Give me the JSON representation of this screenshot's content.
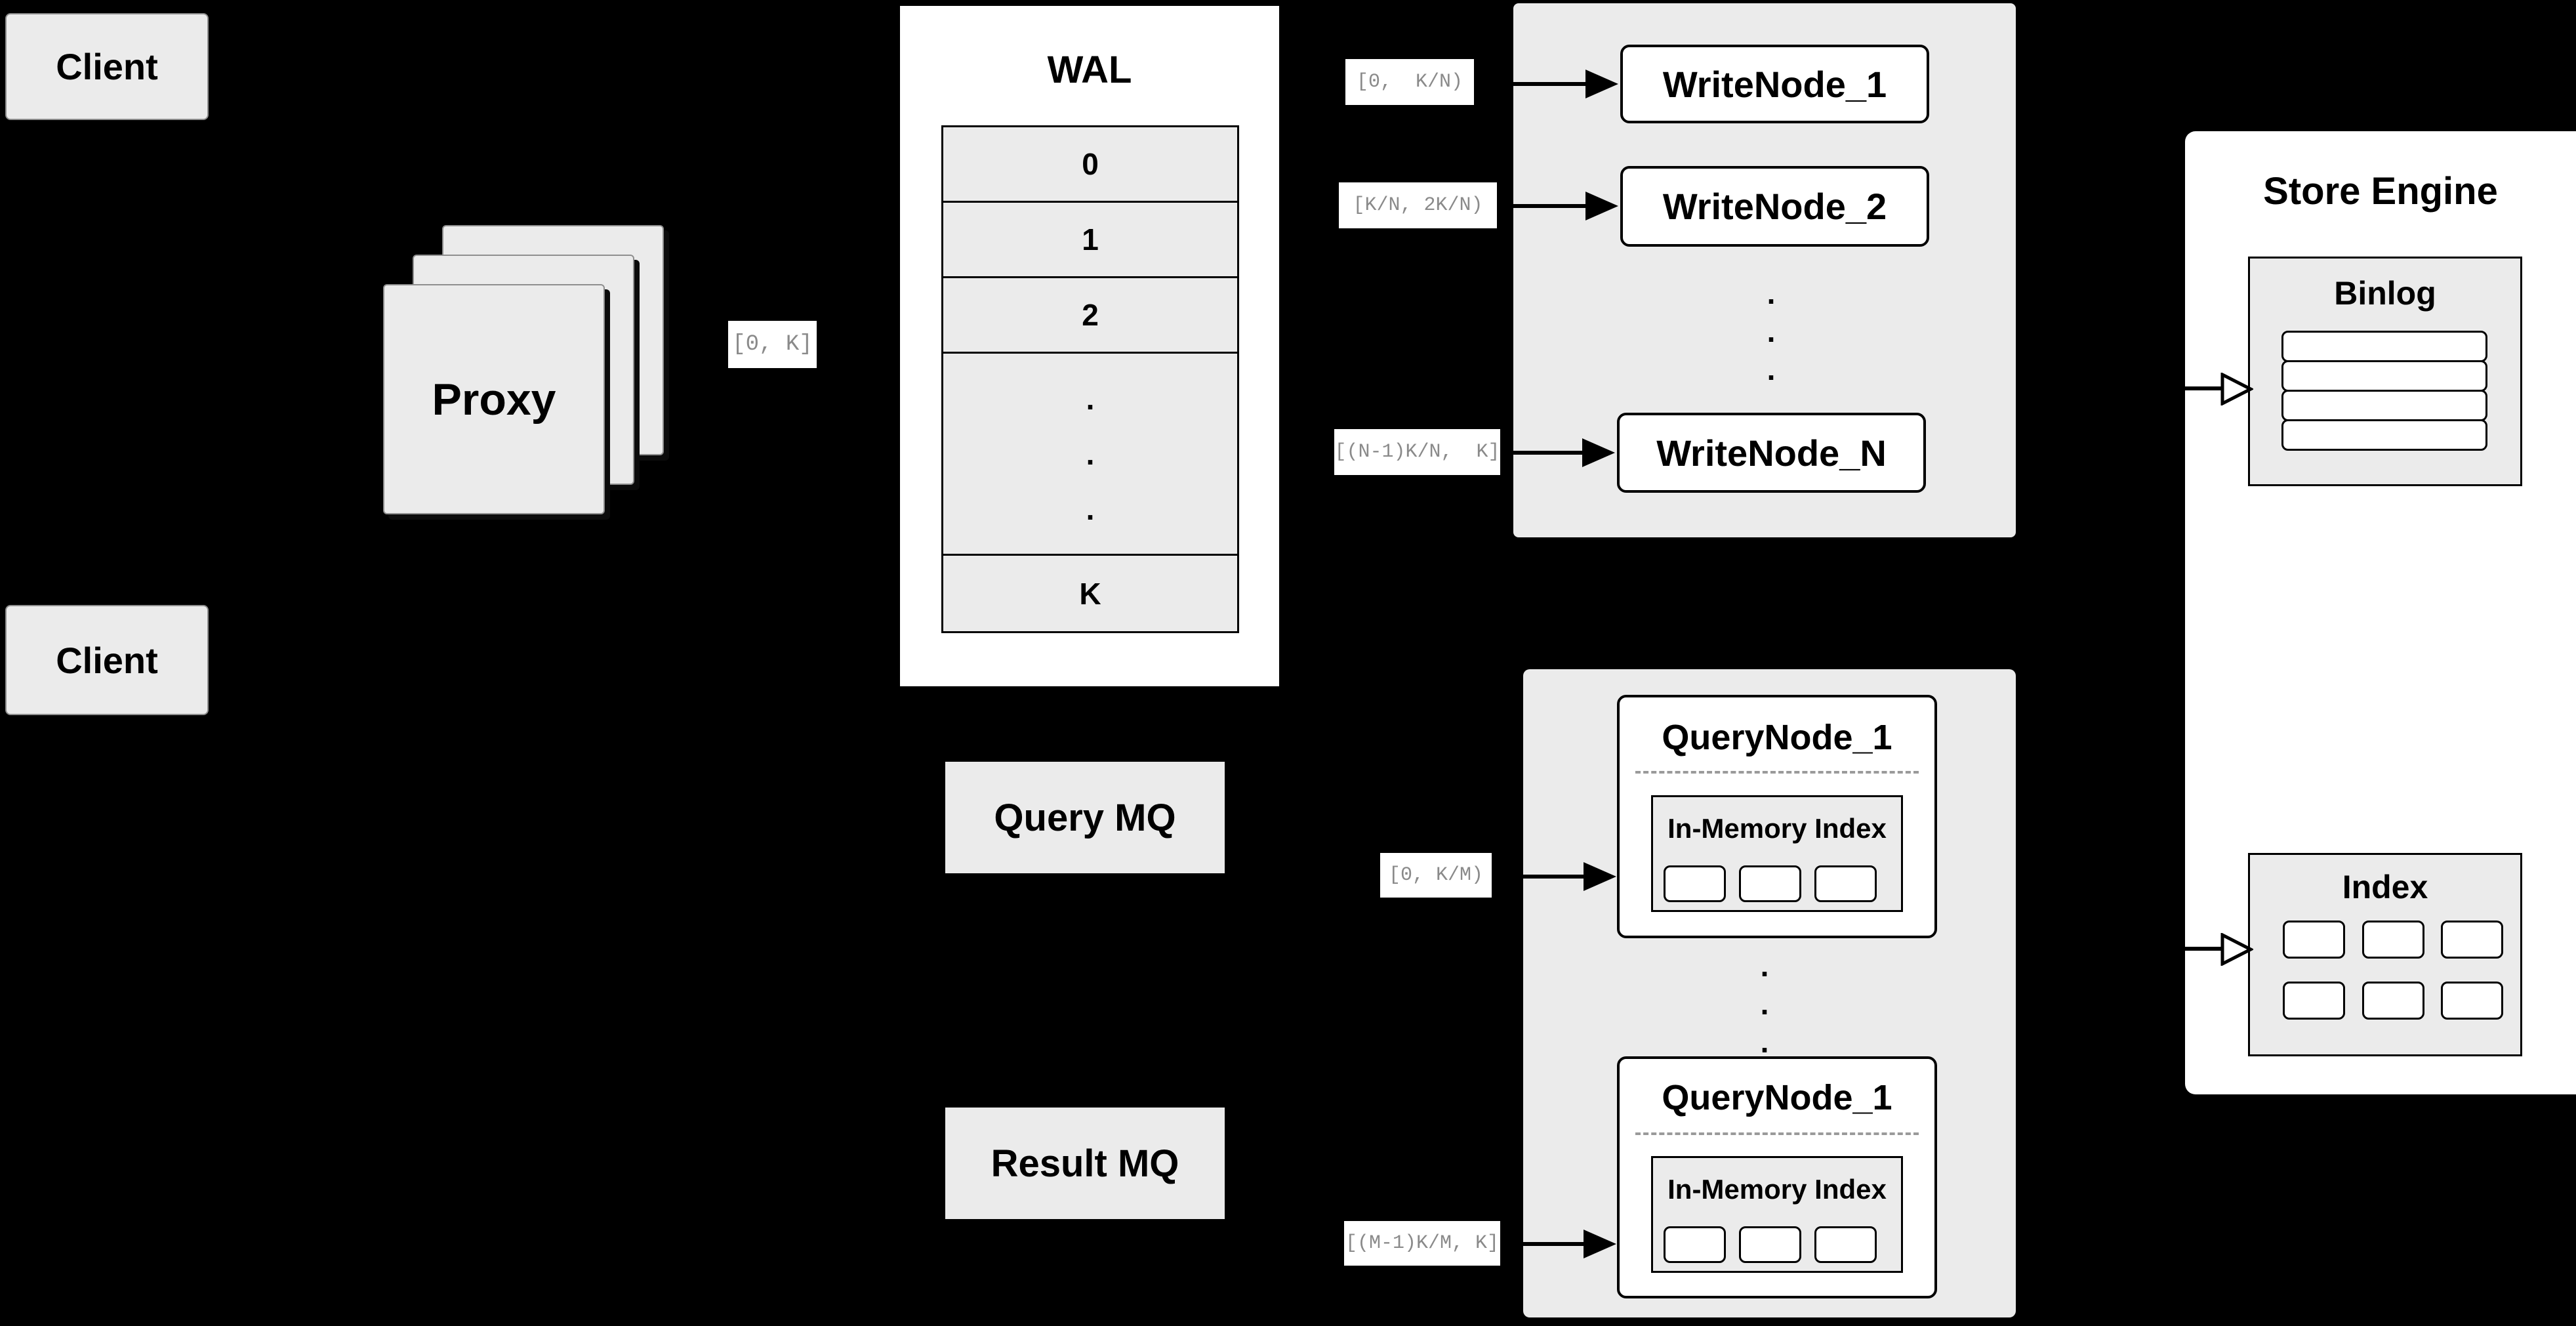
{
  "colors": {
    "background": "#000000",
    "box_fill": "#ebebeb",
    "node_fill": "#ffffff",
    "line": "#000000",
    "range_text": "#8a8a8a",
    "flat_box_border": "#8e8e8e"
  },
  "client_top": {
    "label": "Client"
  },
  "client_bottom": {
    "label": "Client"
  },
  "proxy": {
    "label": "Proxy",
    "range": "[0, K]"
  },
  "wal": {
    "title": "WAL",
    "slots": [
      "0",
      "1",
      "2"
    ],
    "ellipsis": ".\n.\n.",
    "last_slot": "K"
  },
  "write_group": {
    "ranges": [
      "[0,  K/N)",
      "[K/N, 2K/N)",
      "[(N-1)K/N,  K]"
    ],
    "nodes": [
      "WriteNode_1",
      "WriteNode_2",
      "WriteNode_N"
    ],
    "ellipsis": ".\n.\n."
  },
  "store_engine": {
    "title": "Store Engine",
    "binlog": {
      "title": "Binlog",
      "row_count": 4
    },
    "index": {
      "title": "Index",
      "cell_count": 6
    }
  },
  "query_mq": {
    "label": "Query MQ"
  },
  "result_mq": {
    "label": "Result MQ"
  },
  "query_group": {
    "ranges": [
      "[0, K/M)",
      "[(M-1)K/M, K]"
    ],
    "ellipsis": ".\n.\n.",
    "nodes": [
      {
        "title": "QueryNode_1",
        "inner_title": "In-Memory Index",
        "cell_count": 3
      },
      {
        "title": "QueryNode_1",
        "inner_title": "In-Memory Index",
        "cell_count": 3
      }
    ]
  }
}
